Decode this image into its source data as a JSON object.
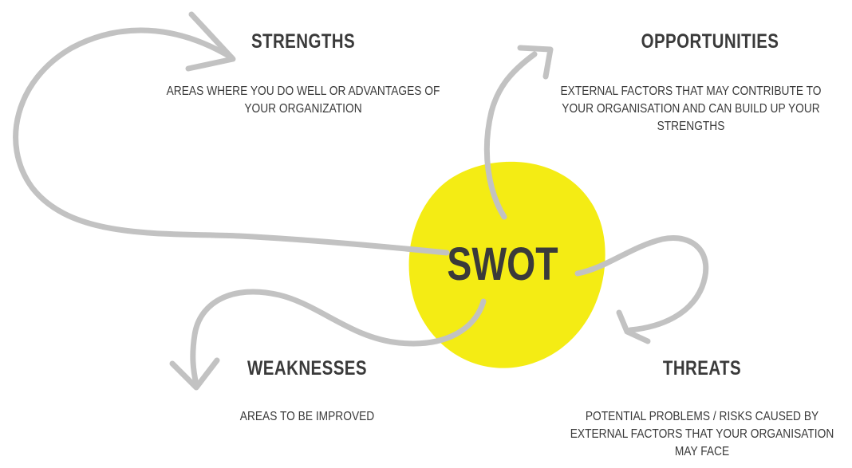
{
  "center": {
    "label": "SWOT",
    "circle_color": "#f4ec14"
  },
  "arrow_color": "#c2c2c2",
  "text_color": "#3a3a3a",
  "strengths": {
    "title": "STRENGTHS",
    "lines": [
      "AREAS WHERE YOU DO WELL OR ADVANTAGES OF",
      "YOUR ORGANIZATION"
    ]
  },
  "opportunities": {
    "title": "OPPORTUNITIES",
    "lines": [
      "EXTERNAL FACTORS THAT MAY CONTRIBUTE TO",
      "YOUR ORGANISATION AND CAN BUILD UP YOUR",
      "STRENGTHS"
    ]
  },
  "weaknesses": {
    "title": "WEAKNESSES",
    "lines": [
      "AREAS TO BE IMPROVED"
    ]
  },
  "threats": {
    "title": "THREATS",
    "lines": [
      "POTENTIAL PROBLEMS / RISKS CAUSED BY",
      "EXTERNAL FACTORS THAT YOUR ORGANISATION",
      "MAY FACE"
    ]
  }
}
